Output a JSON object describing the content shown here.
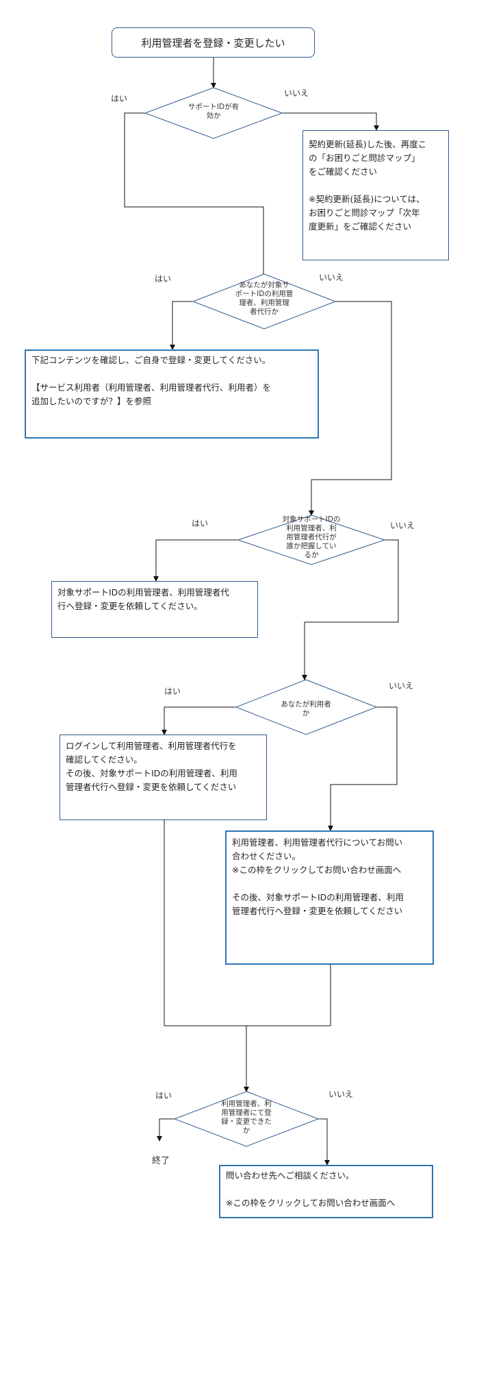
{
  "start": {
    "text": "利用管理者を登録・変更したい"
  },
  "decisions": {
    "d1": "サポートIDが有\n効か",
    "d2": "あなたが対象サ\nポートIDの利用管\n理者、利用管理\n者代行か",
    "d3": "対象サポートIDの\n利用管理者、利\n用管理者代行が\n誰か把握してい\nるか",
    "d4": "あなたが利用者\nか",
    "d5": "利用管理者、利\n用管理者にて登\n録・変更できた\nか"
  },
  "labels": {
    "yes": "はい",
    "no": "いいえ"
  },
  "boxes": {
    "renewal": "契約更新(延長)した後、再度こ\nの「お困りごと問診マップ」\nをご確認ください\n\n※契約更新(延長)については、\nお困りごと問診マップ「次年\n度更新」をご確認ください",
    "self_register": "下記コンテンツを確認し、ご自身で登録・変更してください。\n\n【サービス利用者（利用管理者、利用管理者代行、利用者）を\n追加したいのですが？】を参照",
    "request_admin": "対象サポートIDの利用管理者、利用管理者代\n行へ登録・変更を依頼してください。",
    "login_check": "ログインして利用管理者、利用管理者代行を\n確認してください。\nその後、対象サポートIDの利用管理者、利用\n管理者代行へ登録・変更を依頼してください",
    "contact_admin": "利用管理者、利用管理者代行についてお問い\n合わせください。\n※この枠をクリックしてお問い合わせ画面へ\n\nその後、対象サポートIDの利用管理者、利用\n管理者代行へ登録・変更を依頼してください",
    "consult": "問い合わせ先へご相談ください。\n\n※この枠をクリックしてお問い合わせ画面へ"
  },
  "end": {
    "text": "終了"
  }
}
